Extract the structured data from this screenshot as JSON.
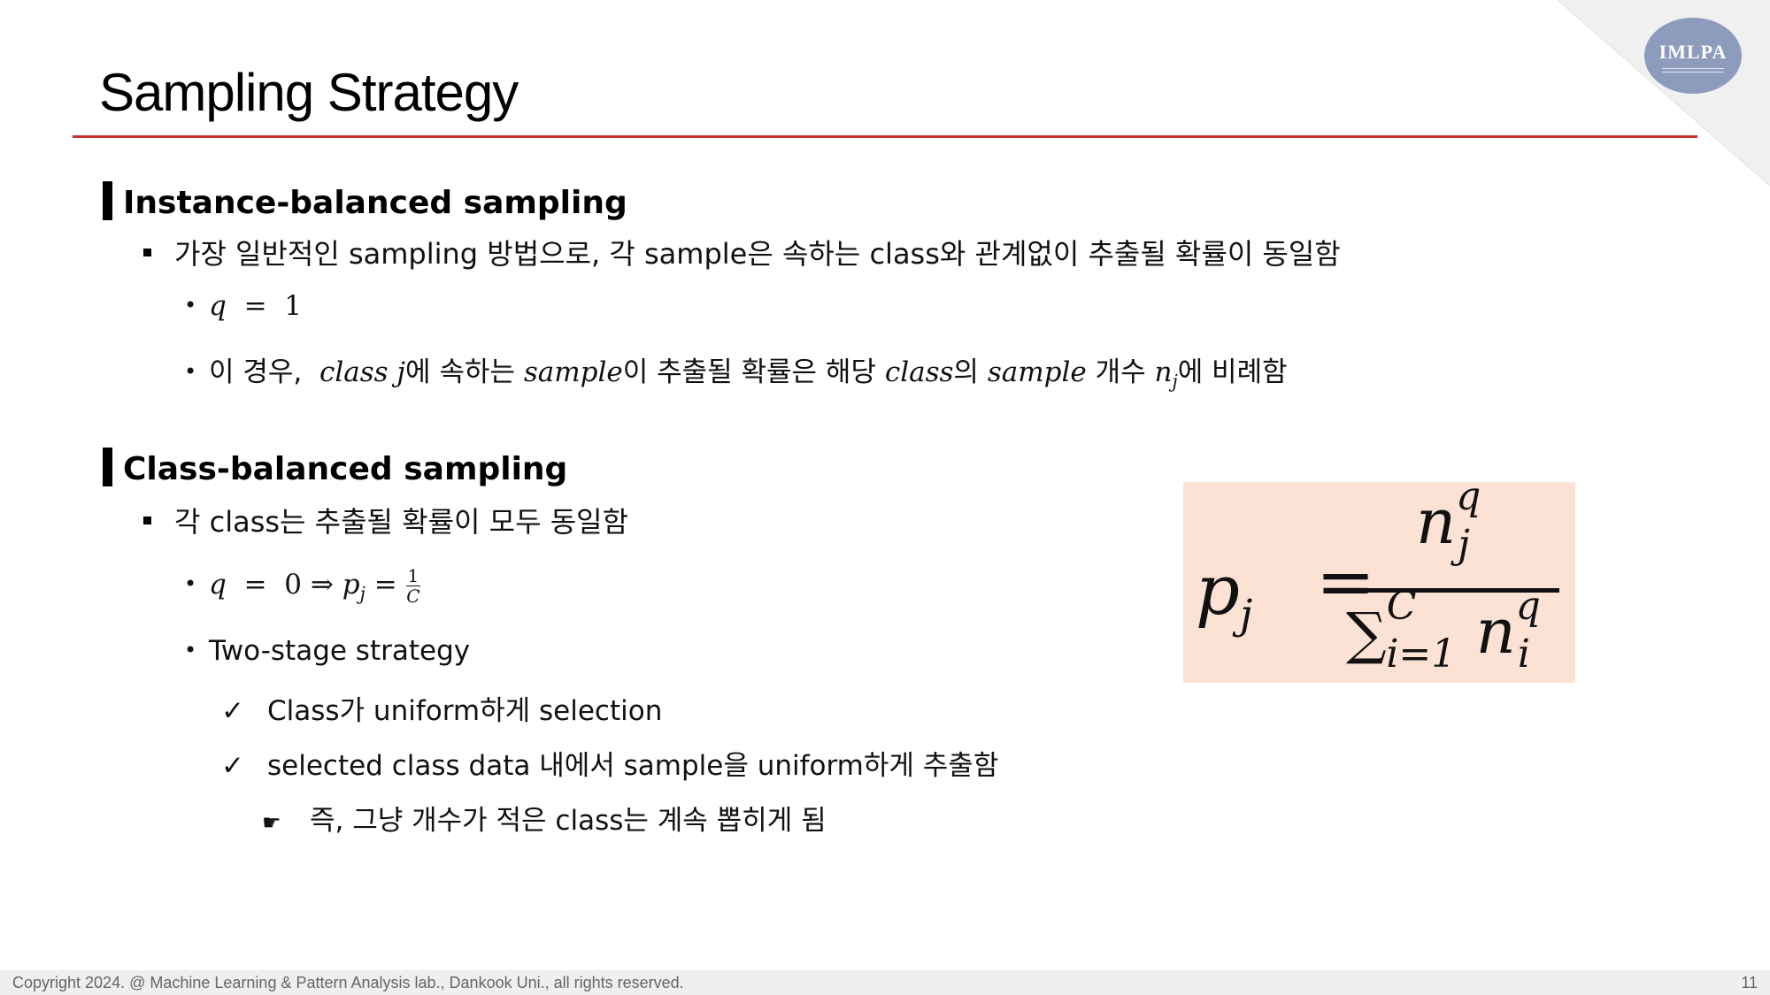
{
  "logo": {
    "text": "IMLPA"
  },
  "title": "Sampling Strategy",
  "section1": {
    "heading": "Instance-balanced sampling",
    "bullet": "가장 일반적인 sampling 방법으로, 각 sample은 속하는 class와 관계없이 추출될 확률이 동일함",
    "sub1": {
      "var": "q",
      "op": "=",
      "val": "1"
    },
    "sub2": {
      "prefix": "이 경우,",
      "m1": "class j",
      "t1": "에 속하는",
      "m2": "sample",
      "t2": "이 추출될 확률은 해당",
      "m3": "class",
      "t3": "의",
      "m4": "sample",
      "t4": "개수",
      "m5": "n",
      "m5sub": "j",
      "t5": "에 비례함"
    }
  },
  "section2": {
    "heading": "Class-balanced sampling",
    "bullet": "각 class는 추출될 확률이 모두 동일함",
    "sub1": {
      "var": "q",
      "op": "=",
      "val": "0",
      "arrow": "⇒",
      "p": "p",
      "psub": "j",
      "eq": "=",
      "num": "1",
      "den": "C"
    },
    "sub2": "Two-stage strategy",
    "check1": "Class가 uniform하게 selection",
    "check2": "selected class data 내에서 sample을 uniform하게 추출함",
    "note": "즉, 그냥 개수가 적은 class는 계속 뽑히게 됨"
  },
  "formula": {
    "lhs": "p",
    "lhs_sub": "j",
    "eq": "=",
    "num_base": "n",
    "num_sub": "j",
    "num_sup": "q",
    "den_sigma": "∑",
    "den_sigma_sub": "i=1",
    "den_sigma_sup": "C",
    "den_base": "n",
    "den_sub": "i",
    "den_sup": "q"
  },
  "footer": {
    "copyright": "Copyright 2024. @ Machine Learning & Pattern Analysis lab., Dankook Uni., all rights reserved.",
    "page": "11"
  },
  "colors": {
    "accent_rule": "#c9302c",
    "formula_bg": "#fbe2d5",
    "logo": "#8d9bbd"
  }
}
